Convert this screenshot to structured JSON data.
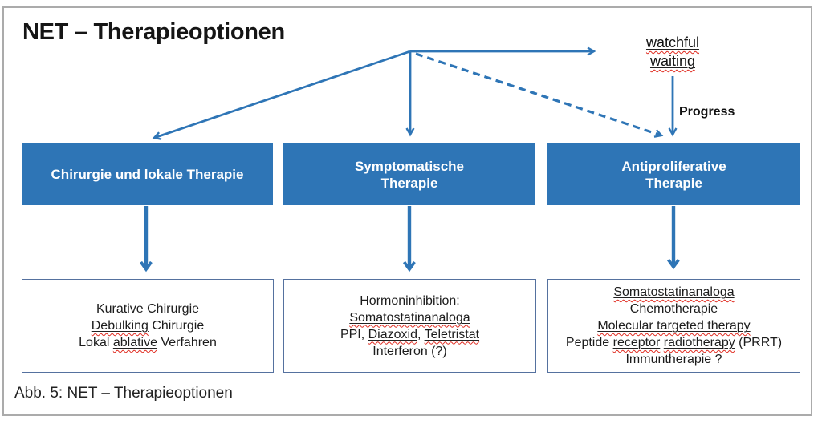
{
  "slide": {
    "title": "NET – Therapieoptionen",
    "caption": "Abb. 5: NET – Therapieoptionen"
  },
  "watchful_waiting": {
    "lines": [
      [
        {
          "text": "watchful",
          "mark": true
        }
      ],
      [
        {
          "text": "waiting",
          "mark": true
        }
      ]
    ]
  },
  "progress_label": "Progress",
  "columns": [
    {
      "header": "Chirurgie und lokale Therapie",
      "lines": [
        [
          {
            "text": "Kurative Chirurgie",
            "mark": false
          }
        ],
        [
          {
            "text": "Debulking",
            "mark": true
          },
          {
            "text": " Chirurgie",
            "mark": false
          }
        ],
        [
          {
            "text": "Lokal ",
            "mark": false
          },
          {
            "text": "ablative",
            "mark": true
          },
          {
            "text": " Verfahren",
            "mark": false
          }
        ]
      ]
    },
    {
      "header": "Symptomatische\nTherapie",
      "lines": [
        [
          {
            "text": "Hormoninhibition:",
            "mark": false
          }
        ],
        [
          {
            "text": "Somatostatinanaloga",
            "mark": true
          }
        ],
        [
          {
            "text": "PPI, ",
            "mark": false
          },
          {
            "text": "Diazoxid",
            "mark": true
          },
          {
            "text": ", ",
            "mark": false
          },
          {
            "text": "Teletristat",
            "mark": true
          }
        ],
        [
          {
            "text": "Interferon (?)",
            "mark": false
          }
        ]
      ]
    },
    {
      "header": "Antiproliferative\nTherapie",
      "lines": [
        [
          {
            "text": "Somatostatinanaloga",
            "mark": true
          }
        ],
        [
          {
            "text": "Chemotherapie",
            "mark": false
          }
        ],
        [
          {
            "text": "Molecular targeted therapy",
            "mark": true
          }
        ],
        [
          {
            "text": "Peptide ",
            "mark": false
          },
          {
            "text": "receptor",
            "mark": true
          },
          {
            "text": " ",
            "mark": false
          },
          {
            "text": "radiotherapy",
            "mark": true
          },
          {
            "text": " (PRRT)",
            "mark": false
          }
        ],
        [
          {
            "text": "Immuntherapie ?",
            "mark": false
          }
        ]
      ]
    }
  ],
  "colors": {
    "accent_blue": "#2E75B6",
    "detail_box_border": "#55719F",
    "spellcheck_red": "#E02B20",
    "slide_border_gray": "#ABABAB"
  }
}
